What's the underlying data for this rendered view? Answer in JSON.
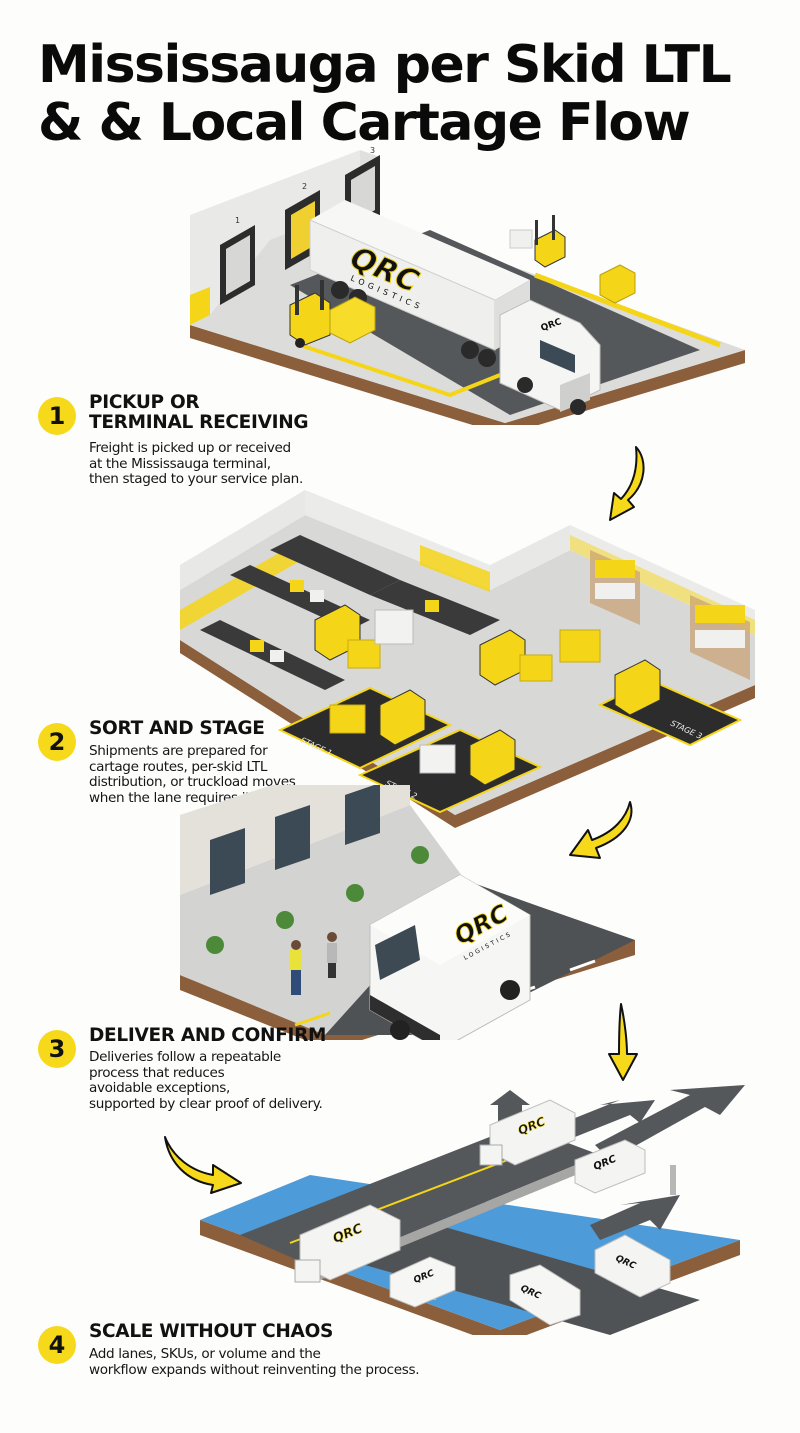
{
  "title": {
    "line1": "Mississauga per Skid LTL",
    "line2": "& & Local Cartage Flow"
  },
  "colors": {
    "accent_yellow": "#f7d91c",
    "text": "#111111",
    "background": "#fdfdfc",
    "floor": "#d8d8d6",
    "asphalt": "#55585a",
    "soil": "#8b5e3c",
    "water": "#4d9bd8"
  },
  "steps": [
    {
      "number": "1",
      "title_lines": [
        "PICKUP OR",
        "TERMINAL RECEIVING"
      ],
      "desc_lines": [
        "Freight is picked up or received",
        "at the Mississauga terminal,",
        "then staged to your service plan."
      ]
    },
    {
      "number": "2",
      "title_lines": [
        "SORT AND STAGE"
      ],
      "desc_lines": [
        "Shipments are prepared for",
        "cartage routes, per-skid LTL",
        "distribution, or truckload moves",
        "when the lane requires it."
      ]
    },
    {
      "number": "3",
      "title_lines": [
        "DELIVER AND CONFIRM"
      ],
      "desc_lines": [
        "Deliveries follow a repeatable",
        "process that reduces",
        "avoidable exceptions,",
        "supported by clear proof of delivery."
      ]
    },
    {
      "number": "4",
      "title_lines": [
        "SCALE WITHOUT CHAOS"
      ],
      "desc_lines": [
        "Add lanes, SKUs, or volume and the",
        "workflow expands without reinventing the process."
      ]
    }
  ],
  "scenes": {
    "terminal": {
      "dock_numbers": [
        "1",
        "2",
        "3"
      ],
      "brand": "QRC",
      "brand_sub": "LOGISTICS"
    },
    "warehouse": {
      "stage_labels": [
        "STAGE 1",
        "STAGE 2",
        "STAGE 3"
      ]
    },
    "delivery": {
      "brand": "QRC",
      "brand_sub": "LOGISTICS"
    },
    "highway": {
      "brand": "QRC"
    }
  },
  "icons": {
    "step_badge": "yellow-circle-number",
    "flow_arrow": "curved-yellow-arrow"
  }
}
